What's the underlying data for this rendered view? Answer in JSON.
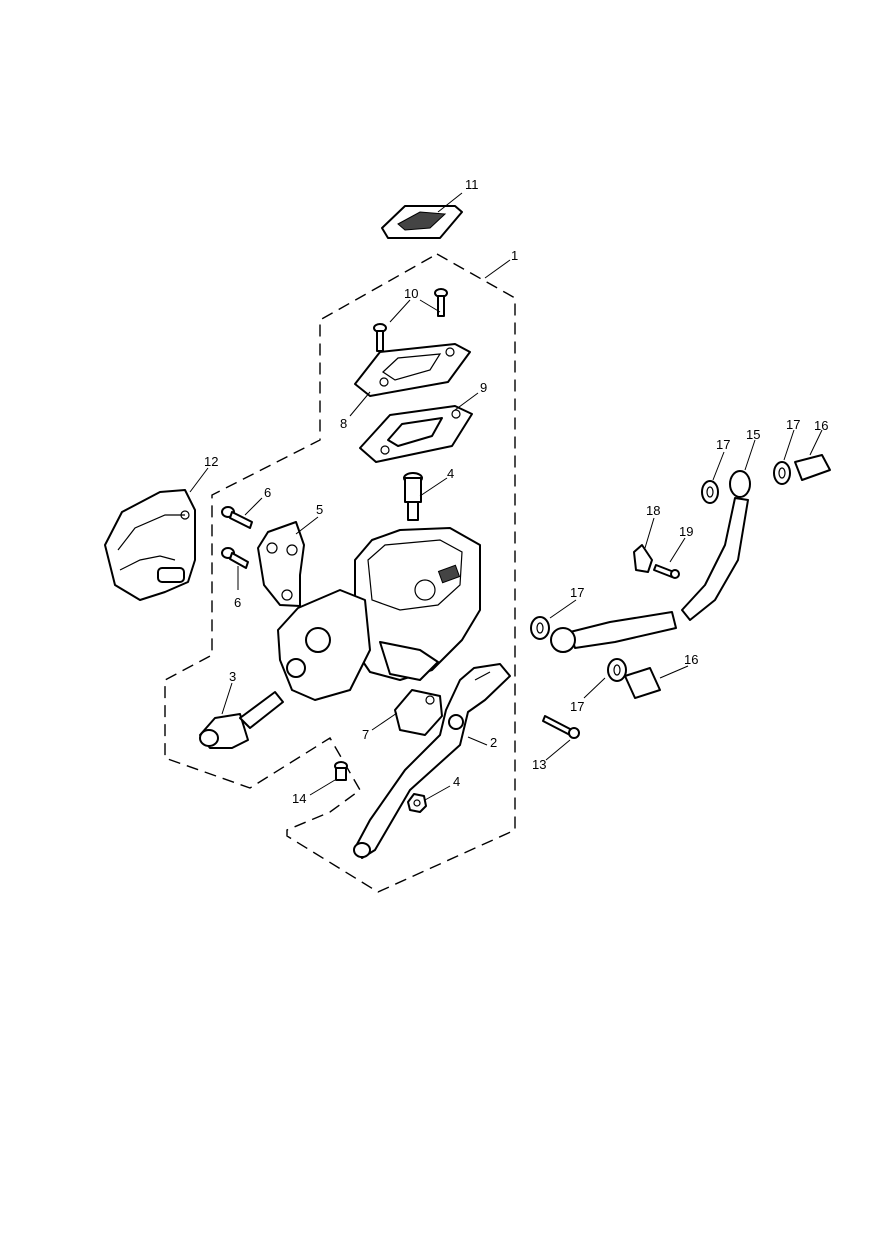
{
  "labels": {
    "l1": "1",
    "l2": "2",
    "l3": "3",
    "l4a": "4",
    "l4b": "4",
    "l5": "5",
    "l6a": "6",
    "l6b": "6",
    "l7": "7",
    "l8": "8",
    "l9": "9",
    "l10": "10",
    "l11": "11",
    "l12": "12",
    "l13": "13",
    "l14": "14",
    "l15": "15",
    "l16a": "16",
    "l16b": "16",
    "l17a": "17",
    "l17b": "17",
    "l17c": "17",
    "l17d": "17",
    "l18": "18",
    "l19": "19"
  }
}
